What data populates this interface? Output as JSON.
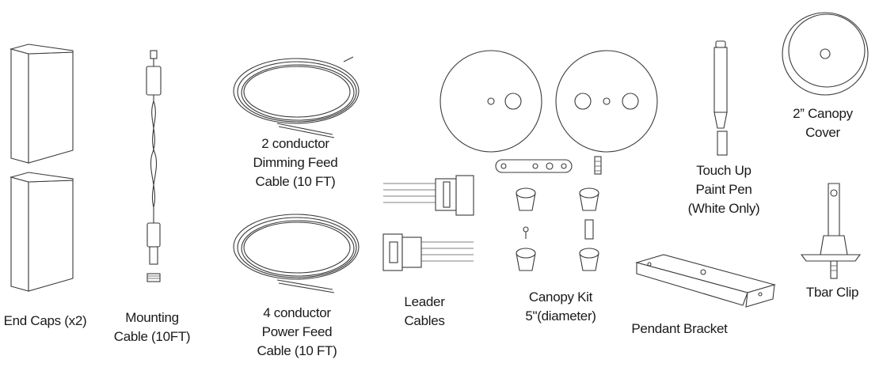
{
  "title": "",
  "parts": {
    "end_caps": {
      "lines": [
        "End Caps (x2)"
      ]
    },
    "mounting_cable": {
      "lines": [
        "Mounting",
        "Cable (10FT)"
      ]
    },
    "dimming_feed_cable": {
      "lines": [
        "2 conductor",
        "Dimming Feed",
        "Cable (10 FT)"
      ]
    },
    "power_feed_cable": {
      "lines": [
        "4 conductor",
        "Power Feed",
        "Cable (10 FT)"
      ]
    },
    "leader_cables": {
      "lines": [
        "Leader",
        "Cables"
      ]
    },
    "canopy_kit": {
      "lines": [
        "Canopy Kit",
        "5\"(diameter)"
      ]
    },
    "touch_up_paint_pen": {
      "lines": [
        "Touch Up",
        "Paint Pen",
        "(White Only)"
      ]
    },
    "canopy_cover": {
      "lines": [
        "2” Canopy",
        "Cover"
      ]
    },
    "pendant_bracket": {
      "lines": [
        "Pendant Bracket"
      ]
    },
    "tbar_clip": {
      "lines": [
        "Tbar Clip"
      ]
    }
  }
}
